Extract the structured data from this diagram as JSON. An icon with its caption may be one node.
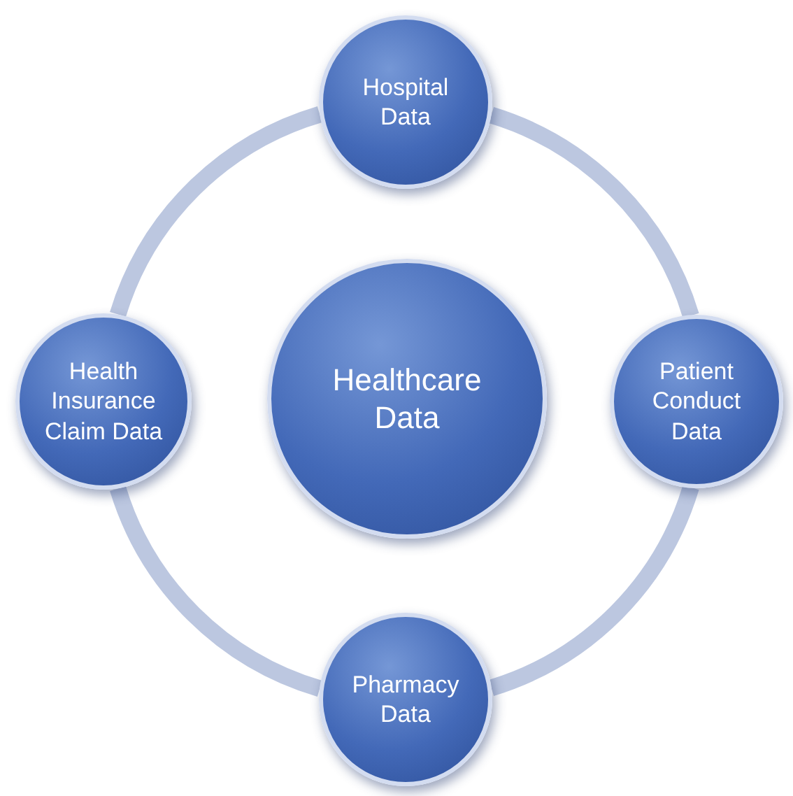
{
  "diagram": {
    "nodes": [
      {
        "text": [
          "Healthcare Data"
        ]
      },
      {
        "text": [
          "Hospital Data"
        ]
      },
      {
        "text": [
          "Patient Conduct Data"
        ]
      },
      {
        "text": [
          "Pharmacy Data"
        ]
      },
      {
        "text": [
          "Health Insurance Claim Data"
        ]
      }
    ],
    "edges": [
      {
        "from": 1,
        "to": 2,
        "arrow": "none"
      },
      {
        "from": 2,
        "to": 3,
        "arrow": "none"
      },
      {
        "from": 3,
        "to": 4,
        "arrow": "none"
      },
      {
        "from": 4,
        "to": 1,
        "arrow": "none"
      }
    ]
  }
}
